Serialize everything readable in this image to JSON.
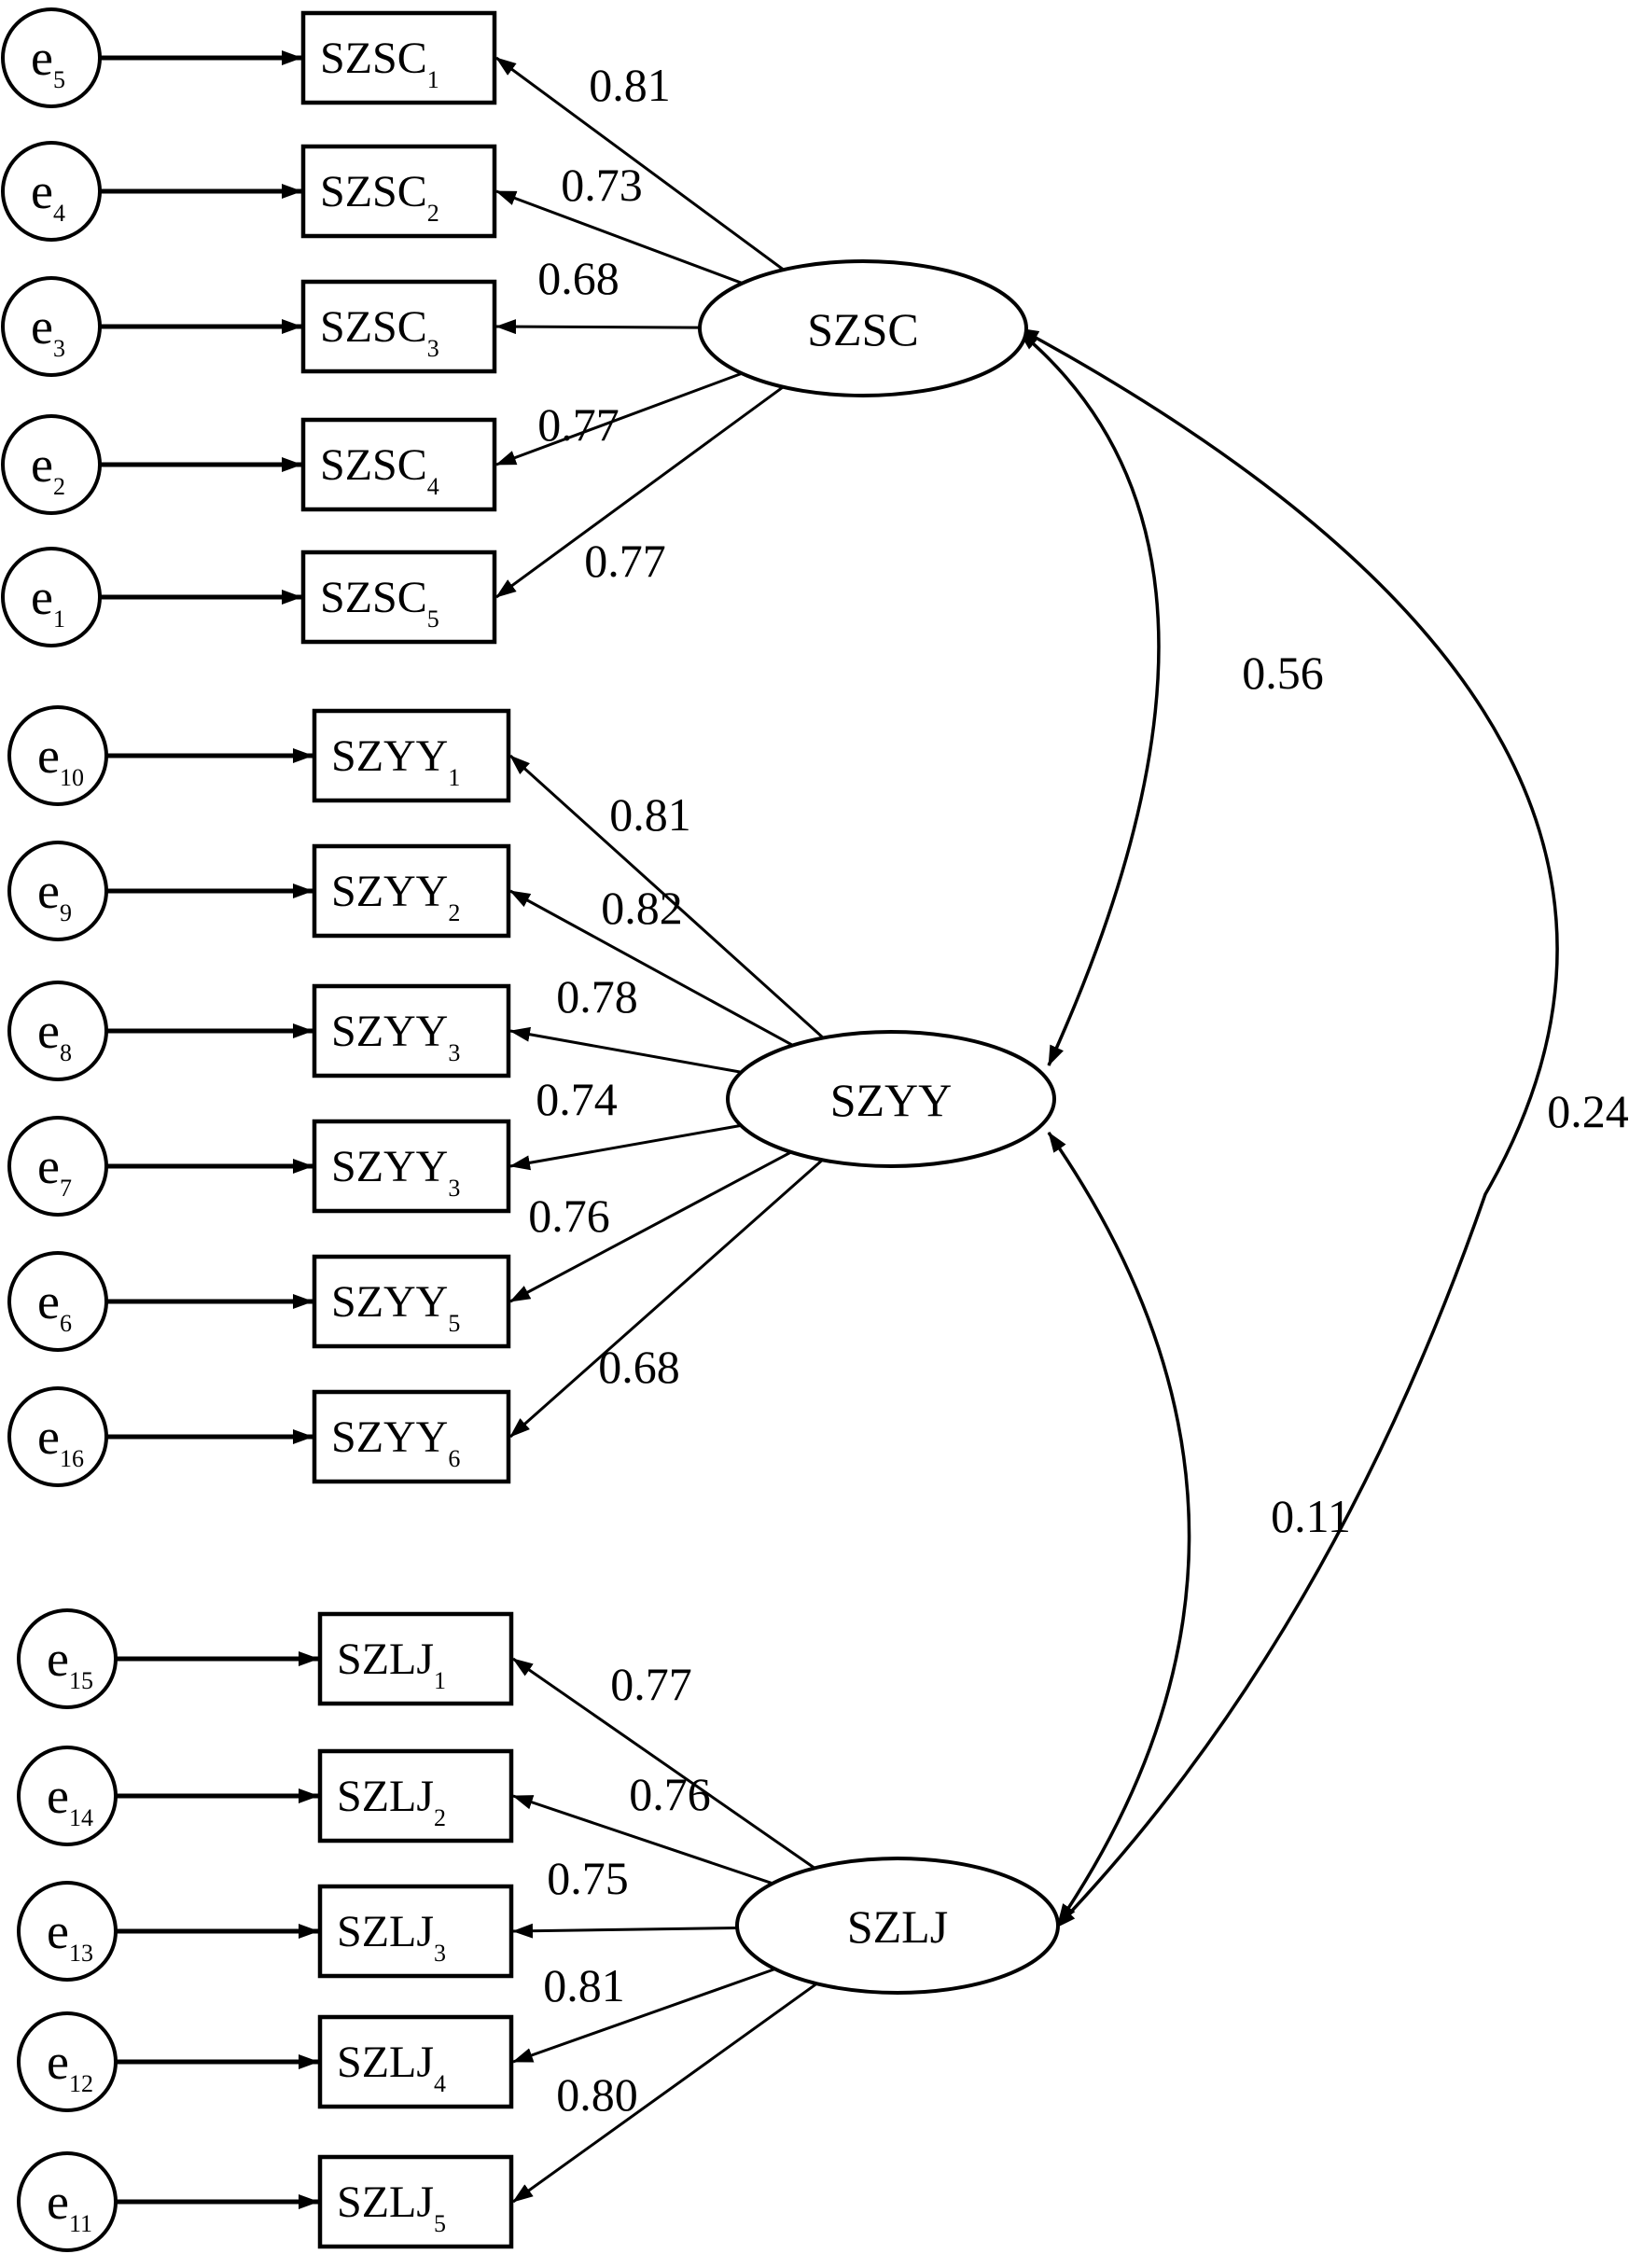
{
  "latents": [
    {
      "id": "SZSC",
      "label": "SZSC"
    },
    {
      "id": "SZYY",
      "label": "SZYY"
    },
    {
      "id": "SZLJ",
      "label": "SZLJ"
    }
  ],
  "indicators": [
    {
      "base": "SZSC",
      "sub": "1",
      "error_base": "e",
      "error_sub": "5",
      "loading": "0.81",
      "latent": "SZSC"
    },
    {
      "base": "SZSC",
      "sub": "2",
      "error_base": "e",
      "error_sub": "4",
      "loading": "0.73",
      "latent": "SZSC"
    },
    {
      "base": "SZSC",
      "sub": "3",
      "error_base": "e",
      "error_sub": "3",
      "loading": "0.68",
      "latent": "SZSC"
    },
    {
      "base": "SZSC",
      "sub": "4",
      "error_base": "e",
      "error_sub": "2",
      "loading": "0.77",
      "latent": "SZSC"
    },
    {
      "base": "SZSC",
      "sub": "5",
      "error_base": "e",
      "error_sub": "1",
      "loading": "0.77",
      "latent": "SZSC"
    },
    {
      "base": "SZYY",
      "sub": "1",
      "error_base": "e",
      "error_sub": "10",
      "loading": "0.81",
      "latent": "SZYY"
    },
    {
      "base": "SZYY",
      "sub": "2",
      "error_base": "e",
      "error_sub": "9",
      "loading": "0.82",
      "latent": "SZYY"
    },
    {
      "base": "SZYY",
      "sub": "3",
      "error_base": "e",
      "error_sub": "8",
      "loading": "0.78",
      "latent": "SZYY"
    },
    {
      "base": "SZYY",
      "sub": "3",
      "error_base": "e",
      "error_sub": "7",
      "loading": "0.74",
      "latent": "SZYY"
    },
    {
      "base": "SZYY",
      "sub": "5",
      "error_base": "e",
      "error_sub": "6",
      "loading": "0.76",
      "latent": "SZYY"
    },
    {
      "base": "SZYY",
      "sub": "6",
      "error_base": "e",
      "error_sub": "16",
      "loading": "0.68",
      "latent": "SZYY"
    },
    {
      "base": "SZLJ",
      "sub": "1",
      "error_base": "e",
      "error_sub": "15",
      "loading": "0.77",
      "latent": "SZLJ"
    },
    {
      "base": "SZLJ",
      "sub": "2",
      "error_base": "e",
      "error_sub": "14",
      "loading": "0.76",
      "latent": "SZLJ"
    },
    {
      "base": "SZLJ",
      "sub": "3",
      "error_base": "e",
      "error_sub": "13",
      "loading": "0.75",
      "latent": "SZLJ"
    },
    {
      "base": "SZLJ",
      "sub": "4",
      "error_base": "e",
      "error_sub": "12",
      "loading": "0.81",
      "latent": "SZLJ"
    },
    {
      "base": "SZLJ",
      "sub": "5",
      "error_base": "e",
      "error_sub": "11",
      "loading": "0.80",
      "latent": "SZLJ"
    }
  ],
  "correlations": [
    {
      "from": "SZSC",
      "to": "SZYY",
      "value": "0.56"
    },
    {
      "from": "SZYY",
      "to": "SZLJ",
      "value": "0.11"
    },
    {
      "from": "SZSC",
      "to": "SZLJ",
      "value": "0.24"
    }
  ]
}
